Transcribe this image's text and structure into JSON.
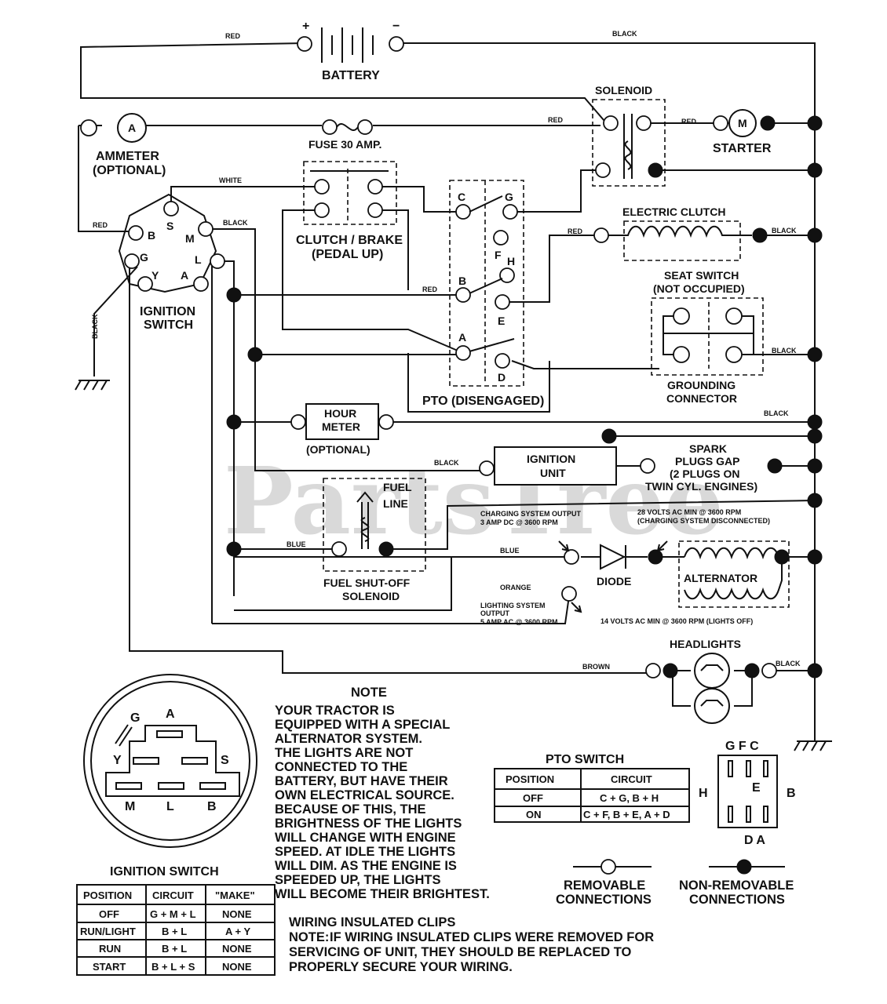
{
  "components": {
    "battery": "BATTERY",
    "battery_plus": "+",
    "battery_minus": "−",
    "solenoid": "SOLENOID",
    "starter": "STARTER",
    "starter_symbol": "M",
    "ammeter_symbol": "A",
    "ammeter_line1": "AMMETER",
    "ammeter_line2": "(OPTIONAL)",
    "fuse": "FUSE 30 AMP.",
    "clutch_brake_line1": "CLUTCH / BRAKE",
    "clutch_brake_line2": "(PEDAL UP)",
    "electric_clutch": "ELECTRIC CLUTCH",
    "seat_switch_line1": "SEAT SWITCH",
    "seat_switch_line2": "(NOT OCCUPIED)",
    "grounding_line1": "GROUNDING",
    "grounding_line2": "CONNECTOR",
    "ignition_switch_line1": "IGNITION",
    "ignition_switch_line2": "SWITCH",
    "pto_disengaged": "PTO (DISENGAGED)",
    "hour_meter_line1": "HOUR",
    "hour_meter_line2": "METER",
    "hour_meter_optional": "(OPTIONAL)",
    "ignition_unit_line1": "IGNITION",
    "ignition_unit_line2": "UNIT",
    "spark_line1": "SPARK",
    "spark_line2": "PLUGS GAP",
    "spark_line3": "(2 PLUGS ON",
    "spark_line4": "TWIN CYL. ENGINES)",
    "fuel_line1": "FUEL",
    "fuel_line2": "LINE",
    "fuel_solenoid_line1": "FUEL SHUT-OFF",
    "fuel_solenoid_line2": "SOLENOID",
    "diode": "DIODE",
    "alternator": "ALTERNATOR",
    "headlights": "HEADLIGHTS"
  },
  "terminals": {
    "ign_b": "B",
    "ign_s": "S",
    "ign_m": "M",
    "ign_g": "G",
    "ign_l": "L",
    "ign_y": "Y",
    "ign_a": "A",
    "pto_c": "C",
    "pto_g": "G",
    "pto_f": "F",
    "pto_h": "H",
    "pto_b": "B",
    "pto_e": "E",
    "pto_a": "A",
    "pto_d": "D"
  },
  "wire_labels": {
    "red": "RED",
    "black": "BLACK",
    "white": "WHITE",
    "blue": "BLUE",
    "orange": "ORANGE",
    "brown": "BROWN"
  },
  "annotations": {
    "charging_line1": "CHARGING SYSTEM OUTPUT",
    "charging_line2": "3 AMP DC @ 3600 RPM",
    "volts28_line1": "28 VOLTS AC MIN  @ 3600 RPM",
    "volts28_line2": "(CHARGING SYSTEM DISCONNECTED)",
    "lighting_line1": "LIGHTING SYSTEM",
    "lighting_line2": "OUTPUT",
    "lighting_line3": "5 AMP AC @ 3600 RPM",
    "volts14": "14 VOLTS AC MIN  @ 3600 RPM (LIGHTS OFF)"
  },
  "note": {
    "title": "NOTE",
    "lines": [
      "YOUR TRACTOR IS",
      "EQUIPPED WITH A SPECIAL",
      "ALTERNATOR SYSTEM.",
      "THE LIGHTS ARE NOT",
      "CONNECTED TO THE",
      "BATTERY, BUT HAVE THEIR",
      "OWN ELECTRICAL SOURCE.",
      "BECAUSE OF THIS, THE",
      "BRIGHTNESS OF THE LIGHTS",
      "WILL CHANGE WITH ENGINE",
      "SPEED.  AT IDLE THE LIGHTS",
      "WILL DIM.  AS THE ENGINE IS",
      "SPEEDED UP, THE LIGHTS",
      "WILL BECOME THEIR BRIGHTEST."
    ]
  },
  "ignition_switch_face": {
    "labels": [
      "G",
      "A",
      "Y",
      "S",
      "M",
      "L",
      "B"
    ]
  },
  "ignition_table": {
    "title": "IGNITION SWITCH",
    "headers": [
      "POSITION",
      "CIRCUIT",
      "\"MAKE\""
    ],
    "rows": [
      [
        "OFF",
        "G + M + L",
        "NONE"
      ],
      [
        "RUN/LIGHT",
        "B + L",
        "A + Y"
      ],
      [
        "RUN",
        "B + L",
        "NONE"
      ],
      [
        "START",
        "B + L + S",
        "NONE"
      ]
    ]
  },
  "pto_table": {
    "title": "PTO SWITCH",
    "headers": [
      "POSITION",
      "CIRCUIT"
    ],
    "rows": [
      [
        "OFF",
        "C + G, B + H"
      ],
      [
        "ON",
        "C + F, B + E, A + D"
      ]
    ]
  },
  "pto_face": {
    "top": "G  F  C",
    "left": "H",
    "right": "B",
    "middle": "E",
    "bottom": "D  A"
  },
  "legend": {
    "removable_line1": "REMOVABLE",
    "removable_line2": "CONNECTIONS",
    "nonremovable_line1": "NON-REMOVABLE",
    "nonremovable_line2": "CONNECTIONS"
  },
  "clips": {
    "title": "WIRING INSULATED CLIPS",
    "note_prefix": "NOTE:",
    "lines": [
      "IF WIRING INSULATED CLIPS WERE REMOVED FOR",
      "SERVICING OF UNIT, THEY SHOULD BE REPLACED TO",
      "PROPERLY SECURE YOUR WIRING."
    ]
  },
  "watermark": "PartsTree"
}
